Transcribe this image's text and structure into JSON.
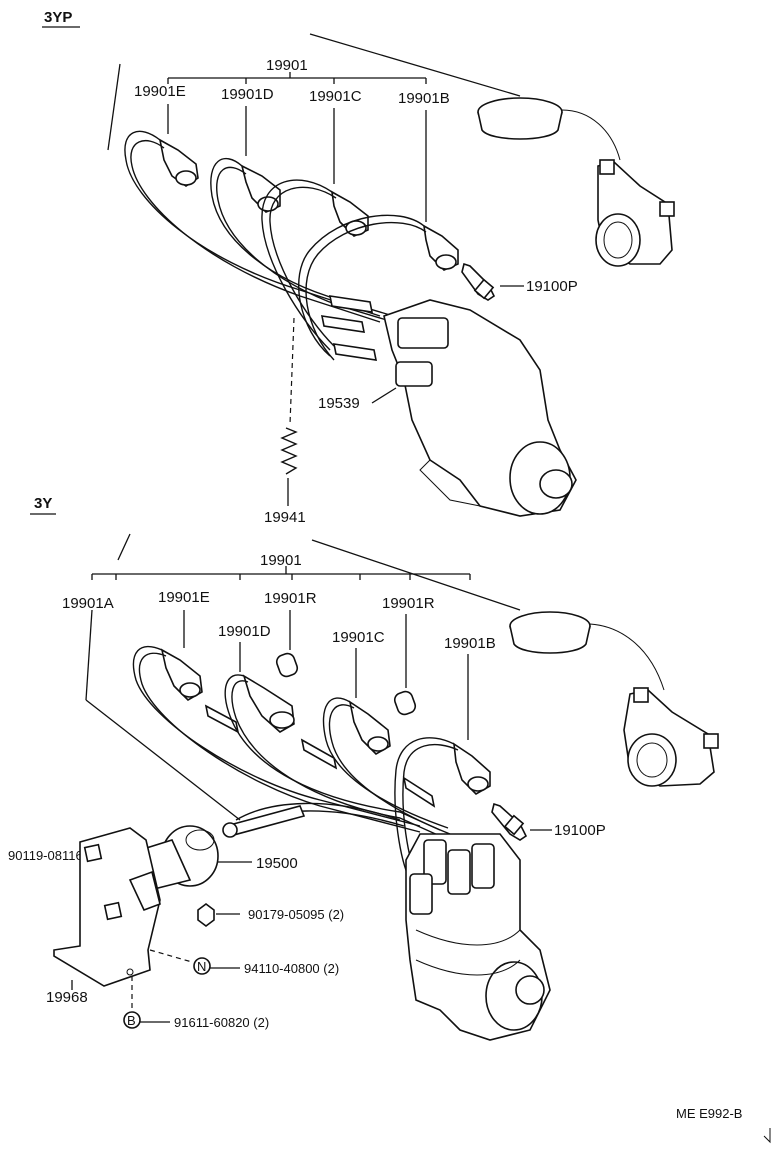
{
  "sections": {
    "top": "3YP",
    "bottom": "3Y"
  },
  "top": {
    "group": "19901",
    "cord_e": "19901E",
    "cord_d": "19901D",
    "cord_c": "19901C",
    "cord_b": "19901B",
    "plug": "19100P",
    "coil_part": "19539",
    "spring": "19941"
  },
  "bottom": {
    "group": "19901",
    "cord_a": "19901A",
    "cord_e": "19901E",
    "cord_r1": "19901R",
    "cord_r2": "19901R",
    "cord_d": "19901D",
    "cord_c": "19901C",
    "cord_b": "19901B",
    "plug": "19100P",
    "bolt": "90119-08116 (2)",
    "coil": "19500",
    "nut": "90179-05095 (2)",
    "bracket": "19968",
    "n_part": "94110-40800 (2)",
    "n_marker": "N",
    "b_part": "91611-60820 (2)",
    "b_marker": "B"
  },
  "figure_code": "ME E992-B"
}
